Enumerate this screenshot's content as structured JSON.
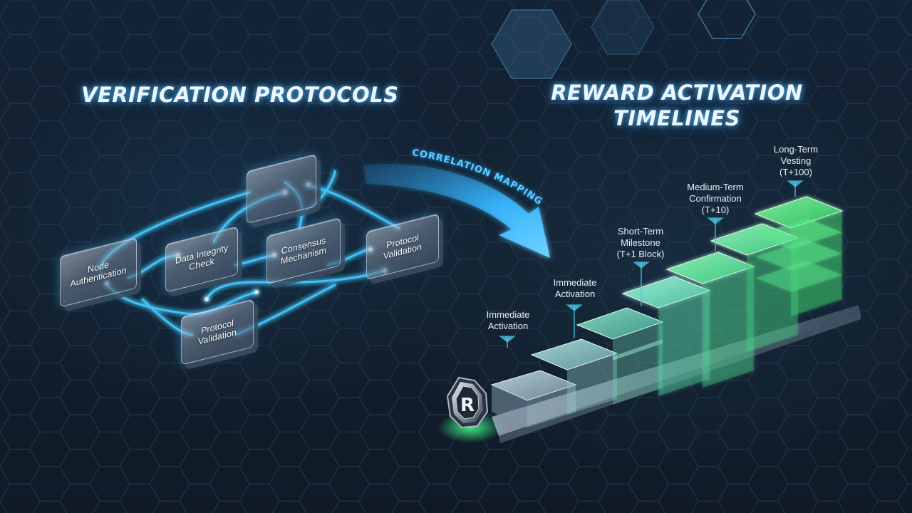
{
  "titles": {
    "left": "VERIFICATION PROTOCOLS",
    "right_line1": "REWARD ACTIVATION",
    "right_line2": "TIMELINES"
  },
  "arrow_label": "CORRELATION MAPPING",
  "protocol_nodes": {
    "top": "",
    "node_auth": "Node\nAuthentication",
    "data_integrity": "Data Integrity\nCheck",
    "consensus": "Consensus\nMechanism",
    "protocol_validation_right": "Protocol\nValidation",
    "protocol_validation_bottom": "Protocol\nValidation"
  },
  "timeline_steps": [
    {
      "label": "Immediate\nActivation"
    },
    {
      "label": "Immediate\nActivation"
    },
    {
      "label": "Short-Term\nMilestone\n(T+1 Block)"
    },
    {
      "label": "Medium-Term\nConfirmation\n(T+10)"
    },
    {
      "label": "Long-Term\nVesting\n(T+100)"
    }
  ],
  "coin_letter": "R",
  "colors": {
    "glow_blue": "#3fc8ff",
    "step_green": "#3ed27a",
    "title_glow": "#5ac8ff"
  }
}
